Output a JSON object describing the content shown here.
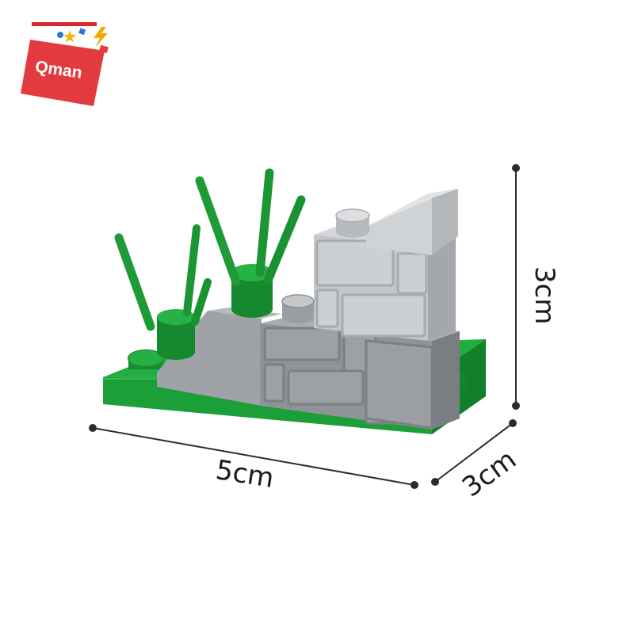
{
  "logo": {
    "text": "Qman",
    "colors": {
      "badge": "#e33a3f",
      "stripe": "#d9262c",
      "star_yellow": "#f4b400",
      "star_blue": "#2e74d6",
      "bolt": "#f6a800"
    }
  },
  "dimensions": {
    "width_label": "5cm",
    "depth_label": "3cm",
    "height_label": "3cm",
    "line_color": "#2b2b2b"
  },
  "model": {
    "description_icon": "brick-wall-with-grass",
    "colors": {
      "green_base": "#1fa33b",
      "green_dark": "#12802a",
      "green_plant": "#1e9a36",
      "gray_light": "#c9cccf",
      "gray_mid": "#a7abaf",
      "gray_dark": "#8a8e92"
    }
  }
}
